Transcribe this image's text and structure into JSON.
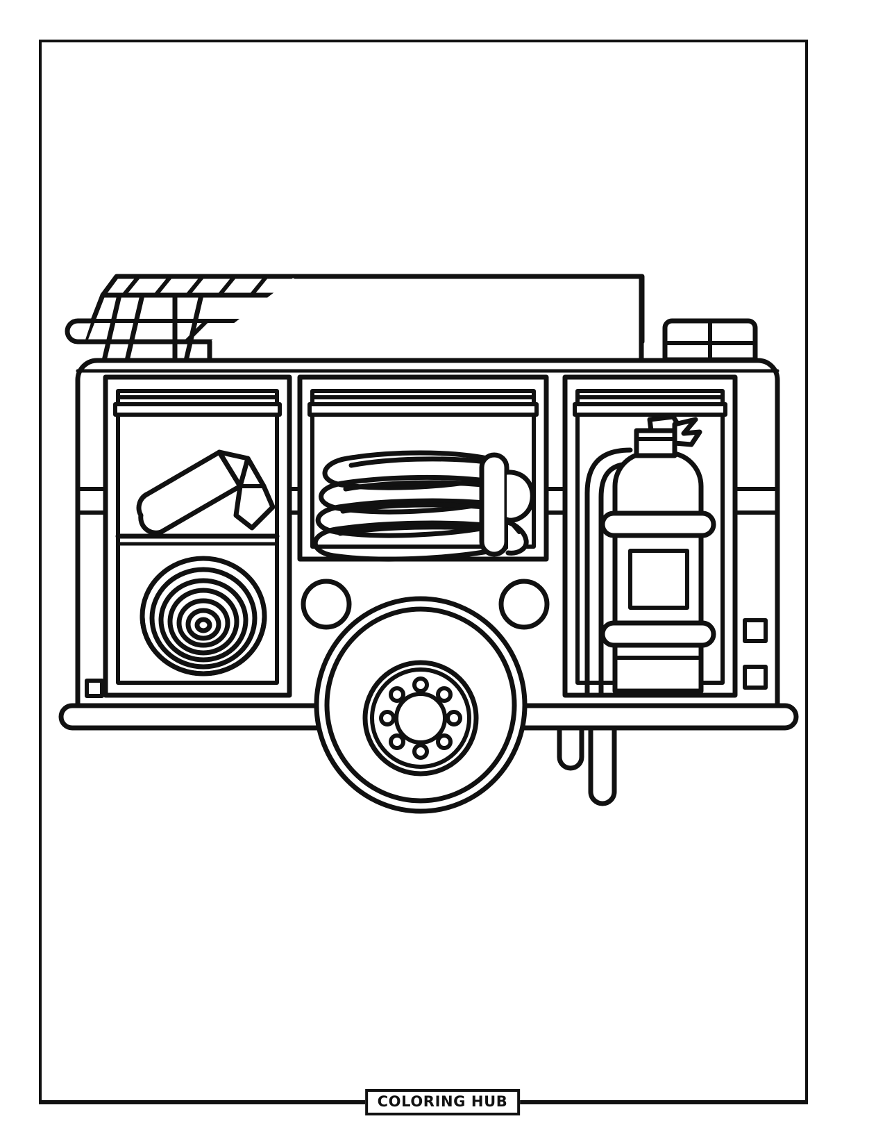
{
  "page": {
    "background_color": "#ffffff",
    "ink_color": "#111111",
    "border_color": "#111111",
    "kind": "coloring-page",
    "orientation": "portrait"
  },
  "artwork": {
    "title": "Fire Truck",
    "style": "black and white line art outline",
    "stroke_color": "#111111",
    "fill_color": "#ffffff",
    "parts": [
      {
        "name": "ladder",
        "label": "Ladder",
        "rungs": 12
      },
      {
        "name": "light-bar",
        "label": "Light Bar",
        "segments": 4
      },
      {
        "name": "cab-roof",
        "label": "Cab Roof"
      },
      {
        "name": "truck-body",
        "label": "Truck Body"
      },
      {
        "name": "side-stripe",
        "label": "Side Stripe"
      },
      {
        "name": "compartment-axe",
        "label": "Axe Compartment"
      },
      {
        "name": "axe",
        "label": "Fire Axe"
      },
      {
        "name": "compartment-hose-reel",
        "label": "Hose Reel Compartment"
      },
      {
        "name": "hose-reel",
        "label": "Coiled Hose Reel",
        "coils": 7
      },
      {
        "name": "compartment-hose",
        "label": "Hose Compartment"
      },
      {
        "name": "folded-hose",
        "label": "Folded Fire Hose",
        "nozzle": true
      },
      {
        "name": "compartment-extinguisher",
        "label": "Extinguisher Compartment"
      },
      {
        "name": "fire-extinguisher",
        "label": "Fire Extinguisher",
        "has_label_panel": true
      },
      {
        "name": "wheel",
        "label": "Wheel",
        "lug_bolts": 8
      },
      {
        "name": "headlight-left",
        "label": "Round Light Left"
      },
      {
        "name": "headlight-right",
        "label": "Round Light Right"
      },
      {
        "name": "bumper",
        "label": "Bumper"
      },
      {
        "name": "hanging-straps",
        "label": "Hanging Straps",
        "count": 2
      },
      {
        "name": "panel-square-left",
        "label": "Left Panel Square"
      },
      {
        "name": "panel-square-right-upper",
        "label": "Right Panel Square Upper"
      },
      {
        "name": "panel-square-right-lower",
        "label": "Right Panel Square Lower"
      }
    ]
  },
  "footer": {
    "logo_text": "COLORING HUB"
  }
}
